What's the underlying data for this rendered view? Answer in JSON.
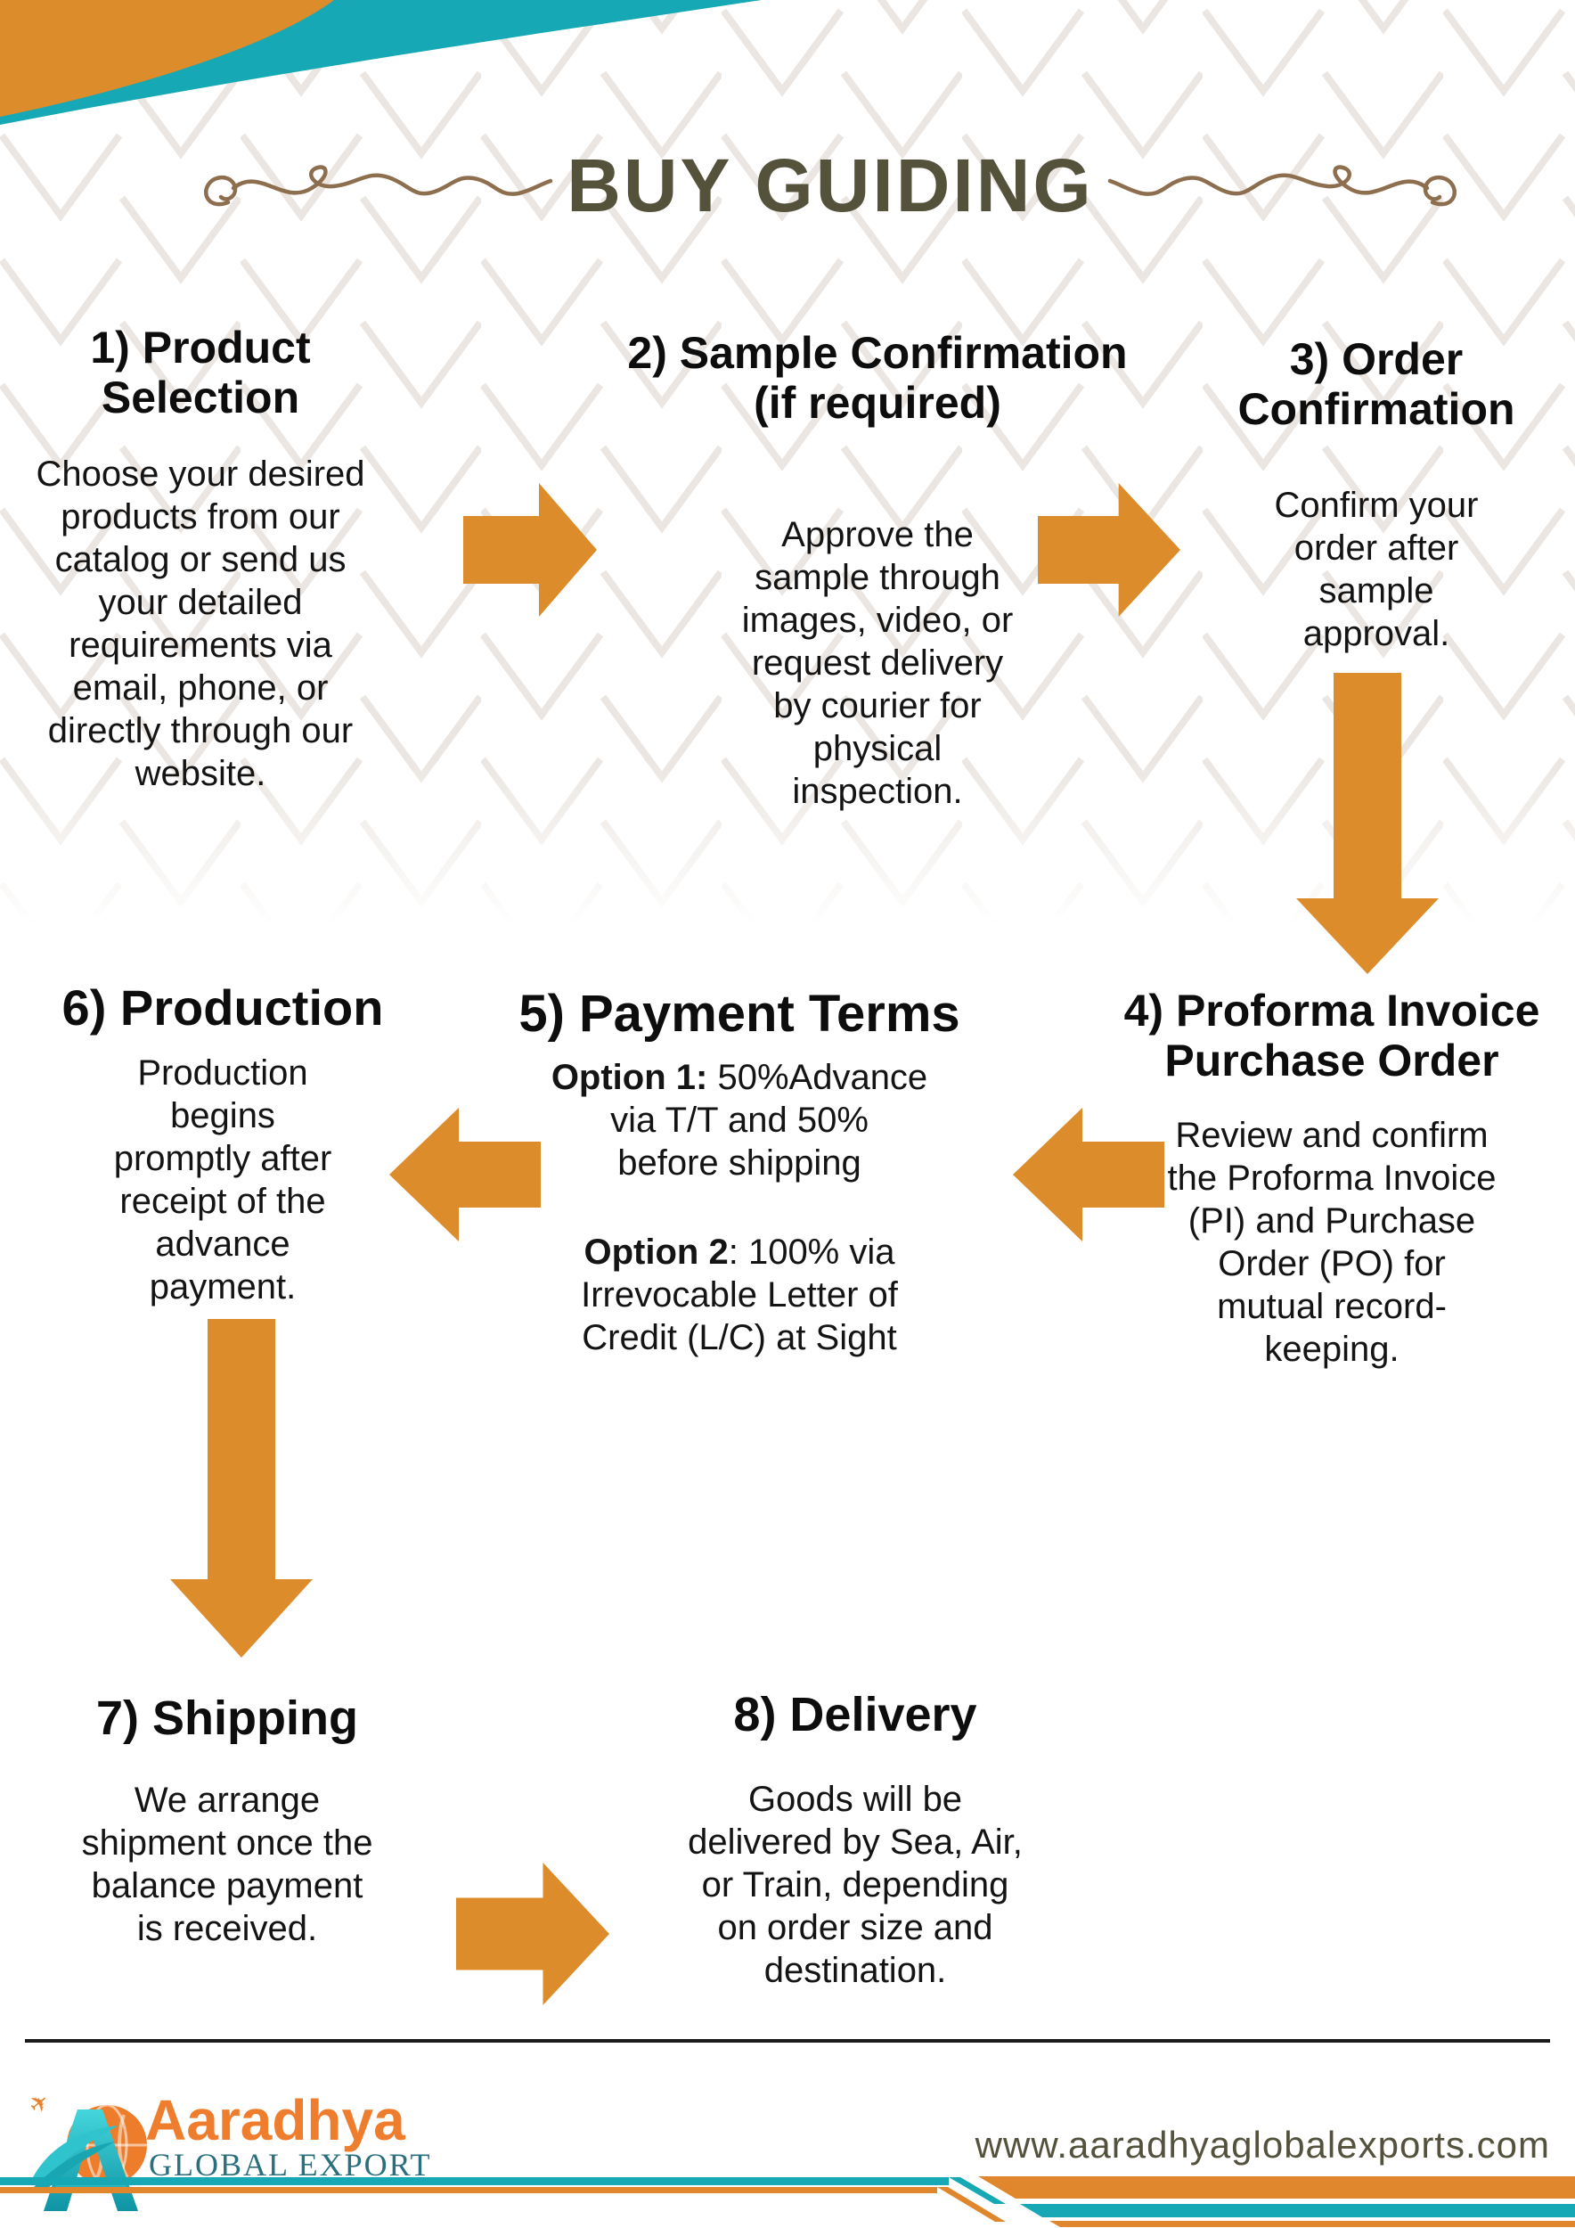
{
  "header": {
    "title": "BUY GUIDING"
  },
  "steps": [
    {
      "id": "1",
      "heading": "1) Product\nSelection",
      "body": "Choose your desired\nproducts from our\ncatalog or send us\nyour detailed\nrequirements via\nemail, phone, or\ndirectly through our\nwebsite."
    },
    {
      "id": "2",
      "heading": "2) Sample Confirmation\n(if required)",
      "body": "Approve the\nsample through\nimages, video, or\nrequest delivery\nby courier for\nphysical\ninspection."
    },
    {
      "id": "3",
      "heading": "3) Order\nConfirmation",
      "body": "Confirm your\norder after\nsample\napproval."
    },
    {
      "id": "4",
      "heading": "4) Proforma Invoice\nPurchase Order",
      "body": "Review and confirm\nthe Proforma Invoice\n(PI) and Purchase\nOrder (PO) for\nmutual record-\nkeeping."
    },
    {
      "id": "5",
      "heading": "5) Payment Terms",
      "option1_label": "Option 1:",
      "option1_text": " 50%Advance\nvia T/T and 50%\nbefore shipping",
      "option2_label": "Option 2",
      "option2_text": ": 100% via\nIrrevocable Letter of\nCredit (L/C) at Sight"
    },
    {
      "id": "6",
      "heading": "6) Production",
      "body": "Production\nbegins\npromptly after\nreceipt of the\nadvance\npayment."
    },
    {
      "id": "7",
      "heading": "7) Shipping",
      "body": "We arrange\nshipment once the\nbalance payment\nis received."
    },
    {
      "id": "8",
      "heading": "8) Delivery",
      "body": "Goods will be\ndelivered by Sea, Air,\nor Train, depending\non order size and\ndestination."
    }
  ],
  "footer": {
    "brand_name": "Aaradhya",
    "brand_tagline": "GLOBAL EXPORT",
    "website": "www.aaradhyaglobalexports.com",
    "plane_icon": "✈"
  },
  "colors": {
    "accent_orange": "#DD8C2C",
    "accent_teal": "#16A8B5",
    "title_olive": "#55523C",
    "flourish_brown": "#8D6E4E",
    "logo_orange": "#ED7D2B",
    "logo_teal_dark": "#2A6F7D",
    "heading_black": "#0D0D0D"
  }
}
